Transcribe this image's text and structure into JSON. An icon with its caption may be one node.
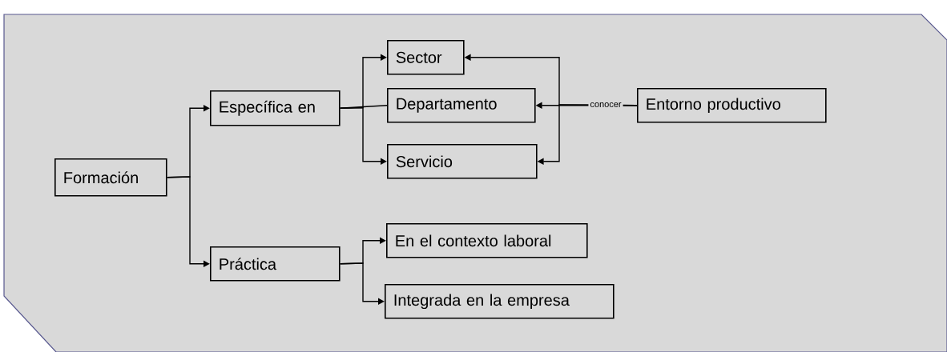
{
  "diagram": {
    "nodes": [
      {
        "text": [
          "Formación"
        ]
      },
      {
        "text": [
          "Específica en"
        ]
      },
      {
        "text": [
          "Práctica"
        ]
      },
      {
        "text": [
          "Sector"
        ]
      },
      {
        "text": [
          "Departamento"
        ]
      },
      {
        "text": [
          "Servicio"
        ]
      },
      {
        "text": [
          "Entorno productivo"
        ]
      },
      {
        "text": [
          "En el contexto laboral"
        ]
      },
      {
        "text": [
          "Integrada en la empresa"
        ]
      }
    ],
    "edges": [
      {
        "from": 0,
        "to": 1,
        "arrow": "to"
      },
      {
        "from": 0,
        "to": 2,
        "arrow": "to"
      },
      {
        "from": 1,
        "to": 3,
        "arrow": "to"
      },
      {
        "from": 1,
        "to": 4,
        "arrow": "none"
      },
      {
        "from": 1,
        "to": 5,
        "arrow": "to"
      },
      {
        "from": 6,
        "to": 4,
        "arrow": "to",
        "label": "conocer"
      },
      {
        "from": 6,
        "to": 3,
        "arrow": "to"
      },
      {
        "from": 6,
        "to": 5,
        "arrow": "to"
      },
      {
        "from": 2,
        "to": 7,
        "arrow": "to"
      },
      {
        "from": 2,
        "to": 8,
        "arrow": "to"
      }
    ]
  }
}
